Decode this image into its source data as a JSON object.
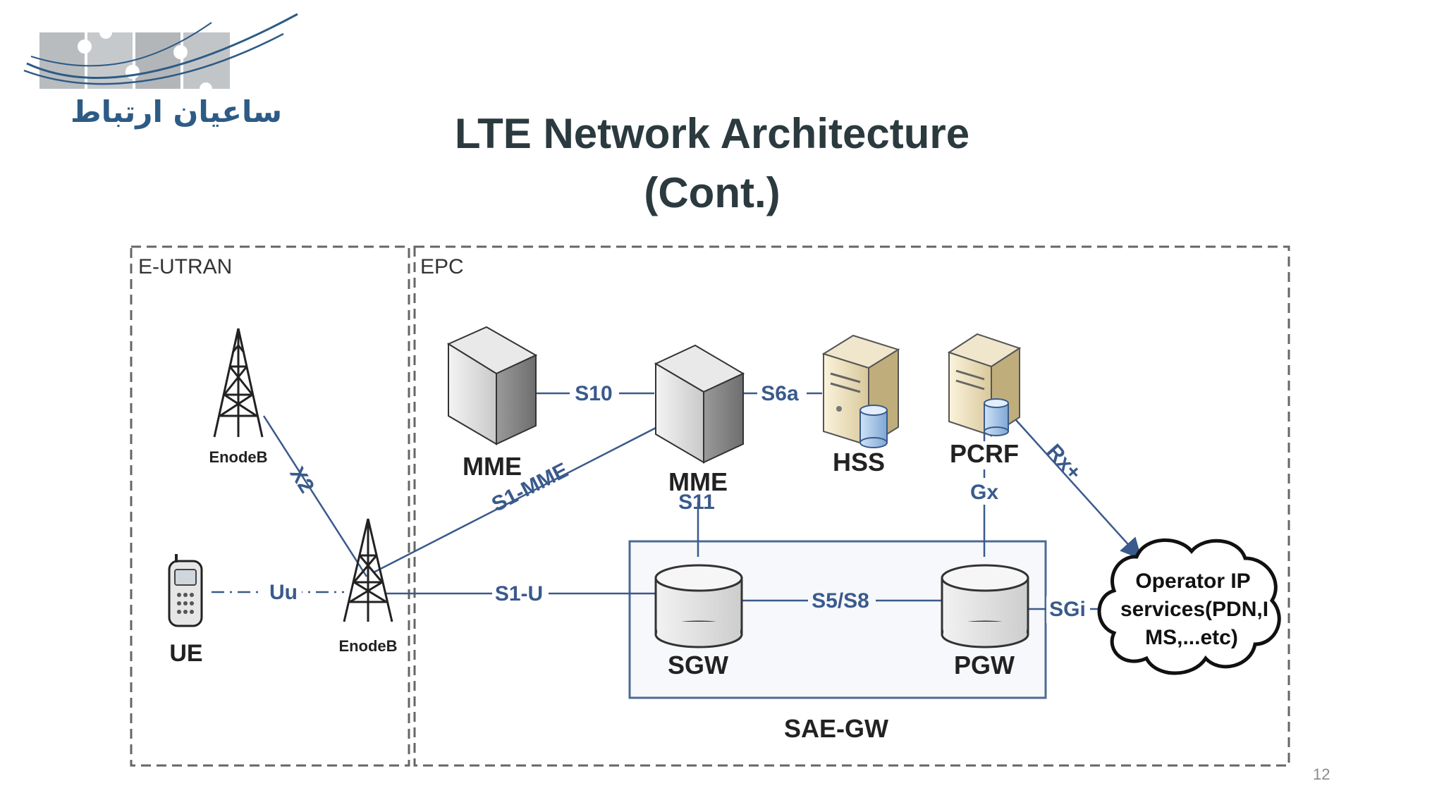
{
  "logo": {
    "text": "ساعیان ارتباط"
  },
  "title": {
    "line1": "LTE Network Architecture",
    "line2": "(Cont.)"
  },
  "page_number": "12",
  "diagram": {
    "regions": {
      "eutran": "E-UTRAN",
      "epc": "EPC",
      "saegw": "SAE-GW"
    },
    "nodes": {
      "enodeb_top": "EnodeB",
      "enodeb_bottom": "EnodeB",
      "ue": "UE",
      "mme_left": "MME",
      "mme_right": "MME",
      "hss": "HSS",
      "pcrf": "PCRF",
      "sgw": "SGW",
      "pgw": "PGW",
      "operator_line1": "Operator IP",
      "operator_line2": "services(PDN,I",
      "operator_line3": "MS,...etc)"
    },
    "interfaces": {
      "x2": "X2",
      "uu": "Uu",
      "s1_mme": "S1-MME",
      "s1_u": "S1-U",
      "s10": "S10",
      "s6a": "S6a",
      "s11": "S11",
      "gx": "Gx",
      "rx": "Rx+",
      "s5s8": "S5/S8",
      "sgi": "SGi"
    }
  }
}
